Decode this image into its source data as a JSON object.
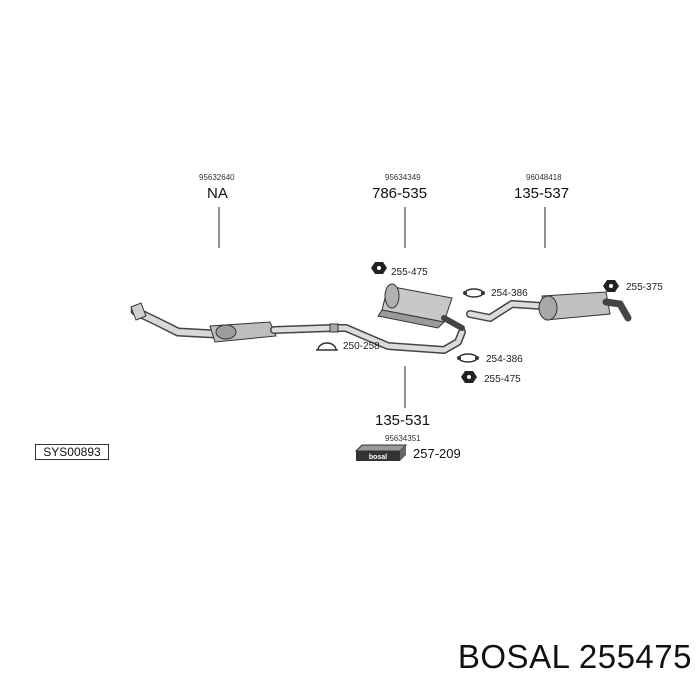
{
  "diagram": {
    "groups": [
      {
        "oem": "95632640",
        "part": "NA"
      },
      {
        "oem": "95634349",
        "part": "786-535"
      },
      {
        "oem": "96048418",
        "part": "135-537"
      }
    ],
    "lower_group": {
      "part": "135-531",
      "oem": "95634351",
      "kit_ref": "257-209",
      "kit_brand": "bosal"
    },
    "hardware_refs": {
      "nut_top_mid": "255-475",
      "clamp_top_right": "254-386",
      "nut_right": "255-375",
      "clamp_front": "250-258",
      "clamp_bottom": "254-386",
      "nut_bottom": "255-475"
    },
    "system_code": "SYS00893"
  },
  "footer": {
    "text": "BOSAL 255475"
  }
}
